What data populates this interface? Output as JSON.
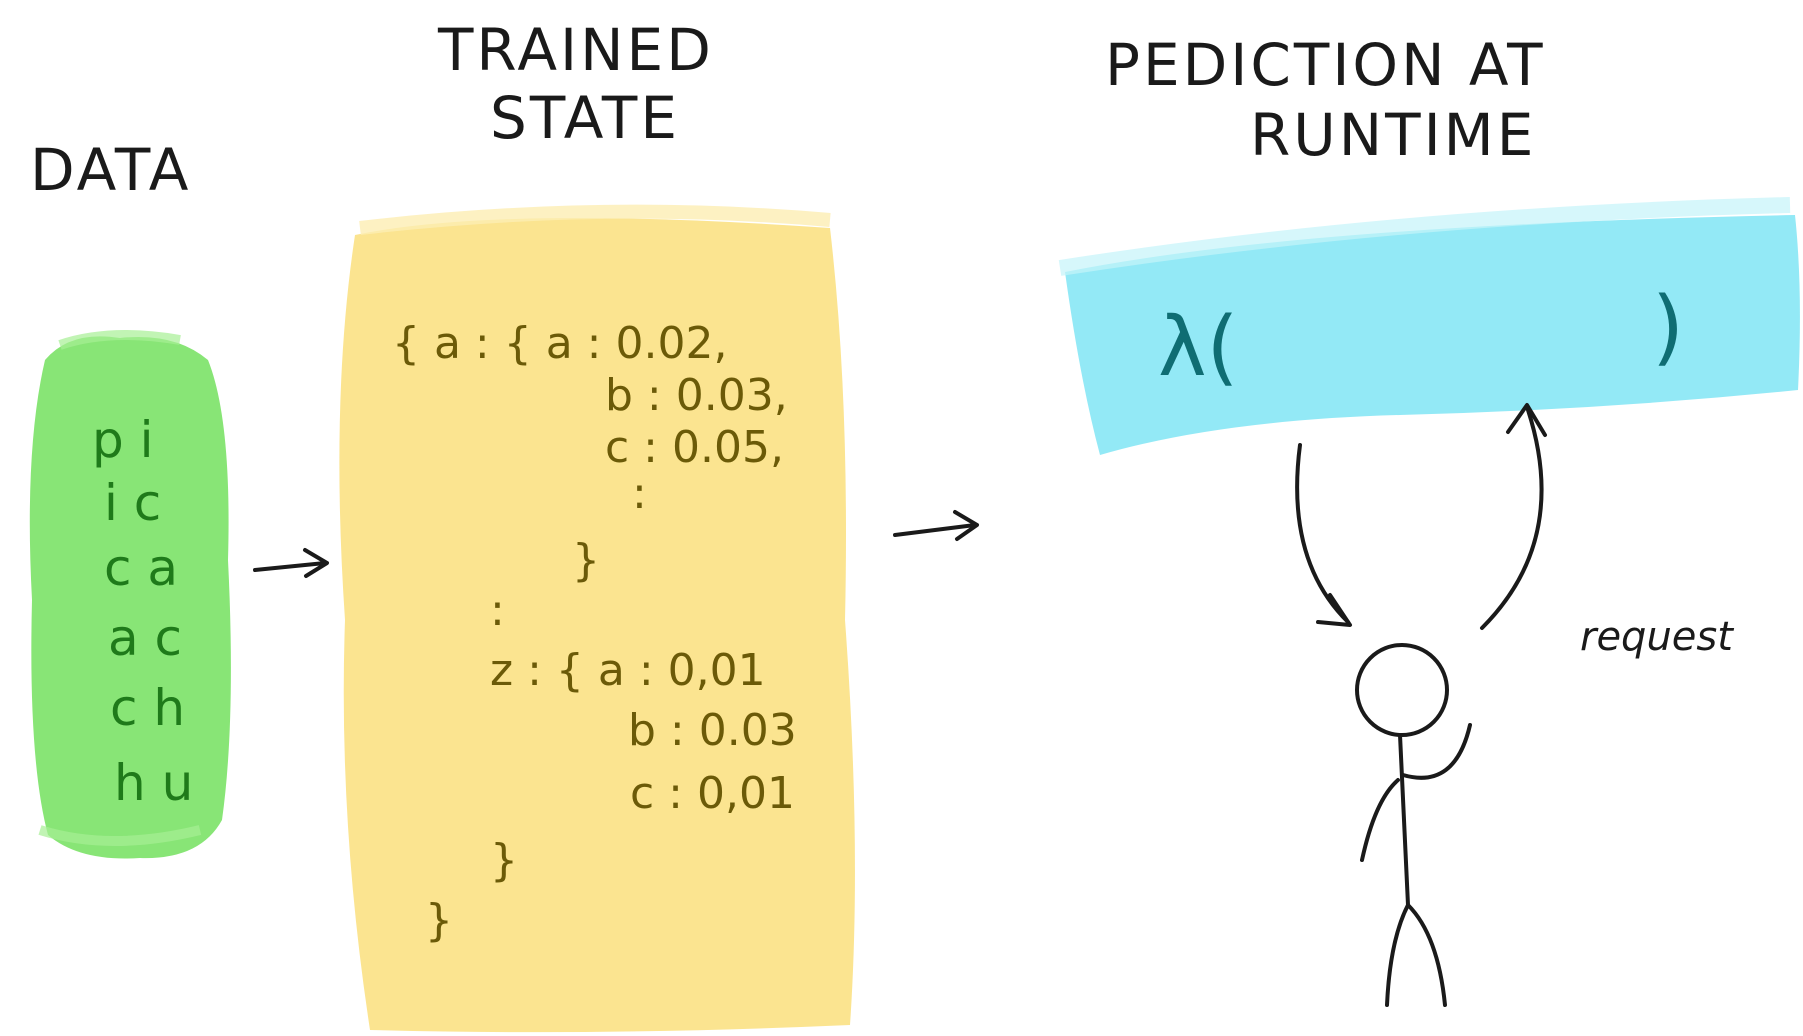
{
  "headings": {
    "data": "DATA",
    "trained_line1": "TRAINED",
    "trained_line2": "STATE",
    "prediction_line1": "PEDICTION  AT",
    "prediction_line2": "RUNTIME"
  },
  "data_block": {
    "rows": [
      "p i",
      "i c",
      "c a",
      "a c",
      "c h",
      "h u"
    ]
  },
  "state_block": {
    "lines": [
      "{ a : {  a  :  0.02,",
      "b  :  0.03,",
      "c  :  0.05,",
      ":",
      "}",
      ":",
      "z : {  a  :  0,01",
      "b  :  0.03",
      "c  :  0,01",
      "}",
      "}"
    ]
  },
  "function_block": {
    "open": "λ(",
    "close": ")"
  },
  "annotation": {
    "request": "request"
  },
  "colors": {
    "green_fill": "#7ee36a",
    "yellow_fill": "#fbe38a",
    "blue_fill": "#8de8f5",
    "ink": "#1a1a1a"
  }
}
